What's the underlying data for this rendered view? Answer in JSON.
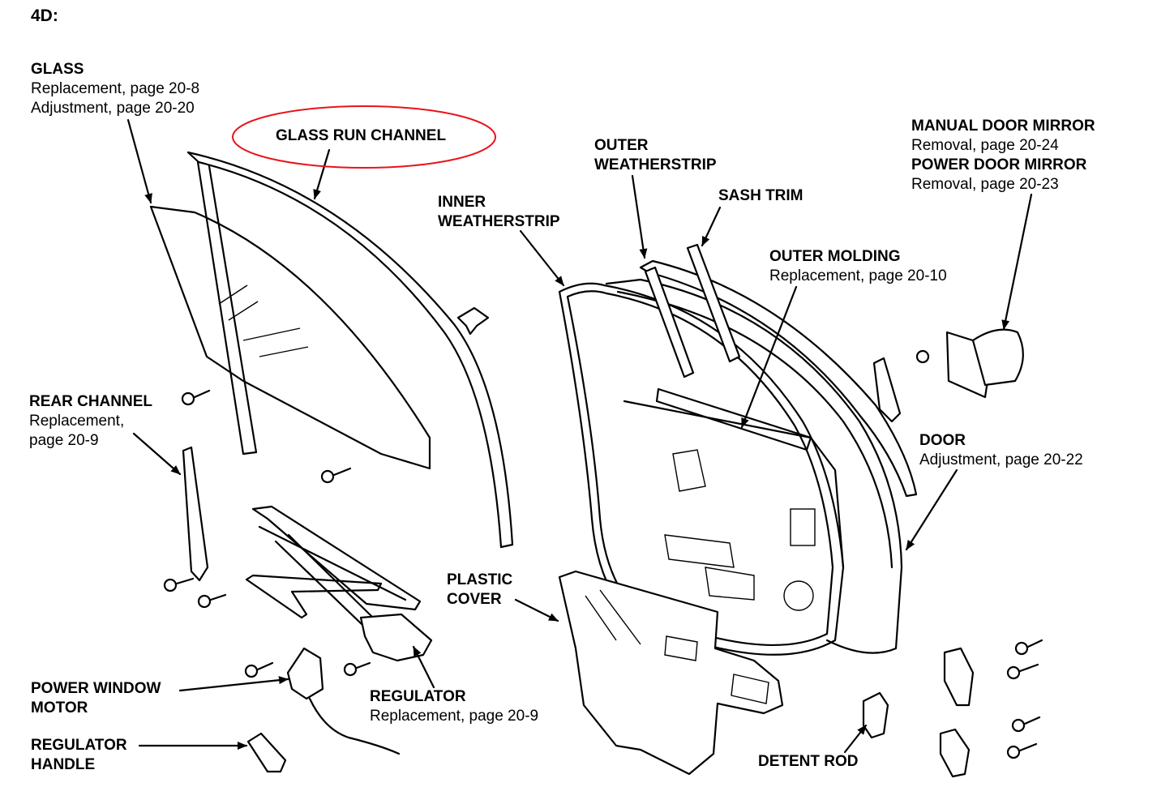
{
  "section": "4D:",
  "highlight_color": "#e8141b",
  "labels": {
    "glass": {
      "title": "GLASS",
      "lines": [
        "Replacement, page 20-8",
        "Adjustment, page 20-20"
      ]
    },
    "glass_run_channel": {
      "title": "GLASS RUN CHANNEL"
    },
    "outer_weatherstrip": {
      "title_lines": [
        "OUTER",
        "WEATHERSTRIP"
      ]
    },
    "sash_trim": {
      "title": "SASH TRIM"
    },
    "inner_weatherstrip": {
      "title_lines": [
        "INNER",
        "WEATHERSTRIP"
      ]
    },
    "mirrors": {
      "manual_title": "MANUAL DOOR MIRROR",
      "manual_line": "Removal, page 20-24",
      "power_title": "POWER DOOR MIRROR",
      "power_line": "Removal, page 20-23"
    },
    "outer_molding": {
      "title": "OUTER MOLDING",
      "lines": [
        "Replacement, page 20-10"
      ]
    },
    "rear_channel": {
      "title": "REAR CHANNEL",
      "lines": [
        "Replacement,",
        "page 20-9"
      ]
    },
    "door": {
      "title": "DOOR",
      "lines": [
        "Adjustment, page 20-22"
      ]
    },
    "plastic_cover": {
      "title_lines": [
        "PLASTIC",
        "COVER"
      ]
    },
    "power_window_motor": {
      "title_lines": [
        "POWER WINDOW",
        "MOTOR"
      ]
    },
    "regulator": {
      "title": "REGULATOR",
      "lines": [
        "Replacement, page 20-9"
      ]
    },
    "regulator_handle": {
      "title_lines": [
        "REGULATOR",
        "HANDLE"
      ]
    },
    "detent_rod": {
      "title": "DETENT ROD"
    }
  }
}
